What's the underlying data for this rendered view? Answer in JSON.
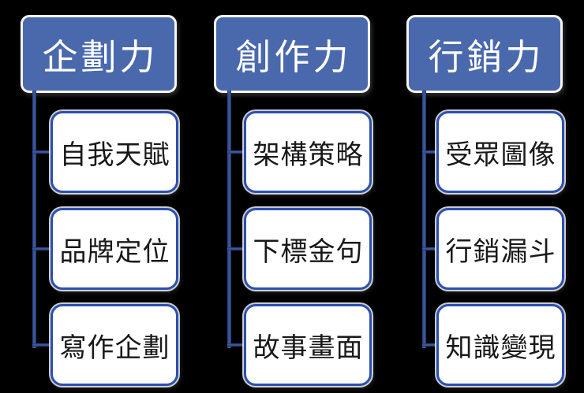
{
  "diagram": {
    "columns": [
      {
        "header": "企劃力",
        "children": [
          "自我天賦",
          "品牌定位",
          "寫作企劃"
        ]
      },
      {
        "header": "創作力",
        "children": [
          "架構策略",
          "下標金句",
          "故事畫面"
        ]
      },
      {
        "header": "行銷力",
        "children": [
          "受眾圖像",
          "行銷漏斗",
          "知識變現"
        ]
      }
    ],
    "colors": {
      "bg": "#000000",
      "header_fill": "#4a69ad",
      "header_text": "#ffffff",
      "header_outline": "#f5f5f5",
      "child_fill": "#ffffff",
      "child_border": "#2c50b0",
      "child_text": "#191919",
      "connector": "#2e4d8f"
    }
  }
}
